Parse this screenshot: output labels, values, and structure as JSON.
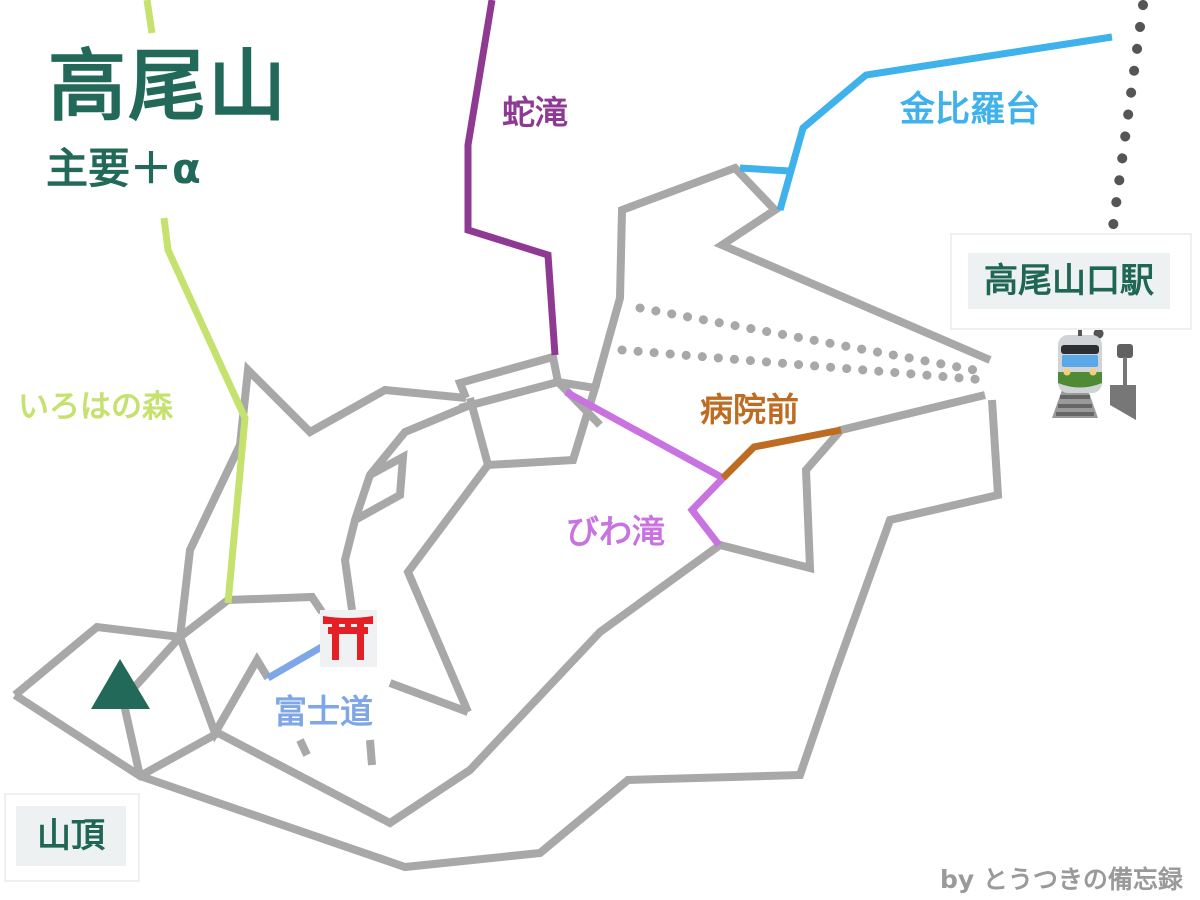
{
  "header": {
    "title": "高尾山",
    "subtitle": "主要＋α"
  },
  "stations": {
    "takaosanguchi": {
      "label": "高尾山口駅",
      "icon": "train-station-icon"
    },
    "summit": {
      "label": "山頂",
      "icon": "mountain-summit-icon"
    }
  },
  "trails": [
    {
      "id": "iroha",
      "label": "いろはの森",
      "color": "#c6e26e"
    },
    {
      "id": "hebitaki",
      "label": "蛇滝",
      "color": "#8e3a92"
    },
    {
      "id": "kompira",
      "label": "金比羅台",
      "color": "#3fb2ec"
    },
    {
      "id": "byoinmae",
      "label": "病院前",
      "color": "#bd6c22"
    },
    {
      "id": "biwataki",
      "label": "びわ滝",
      "color": "#c873e0"
    },
    {
      "id": "fujimichi",
      "label": "富士道",
      "color": "#7fa6e6"
    }
  ],
  "landmarks": {
    "shrine": {
      "icon": "torii-gate-icon",
      "color": "#e41f26"
    }
  },
  "colors": {
    "main_trail": "#a8a8a8",
    "title": "#22695a",
    "rail_dots": "#555555"
  },
  "footer": {
    "credit": "by とうつきの備忘録"
  }
}
